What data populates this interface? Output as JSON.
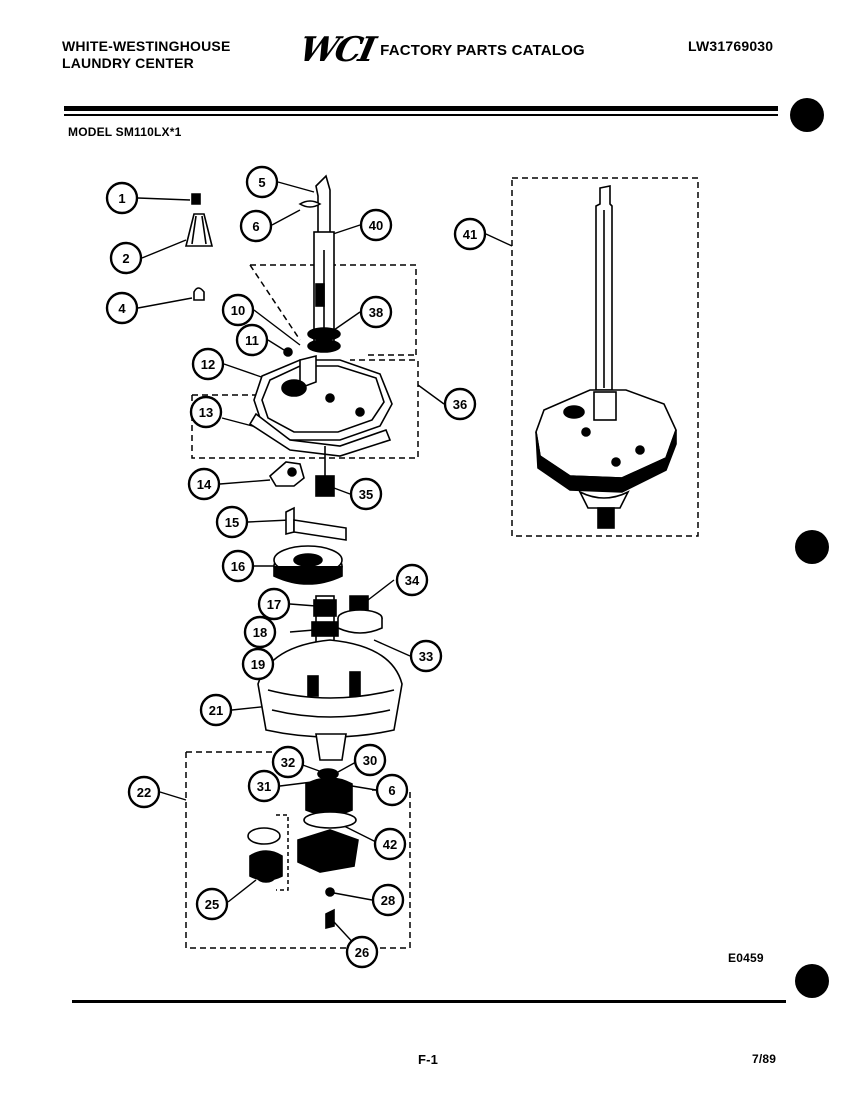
{
  "header": {
    "brand_line1": "WHITE-WESTINGHOUSE",
    "brand_line2": "LAUNDRY CENTER",
    "logo": "WCI",
    "catalog_title": "FACTORY PARTS CATALOG",
    "part_number": "LW31769030"
  },
  "model": "MODEL SM110LX*1",
  "diagram_code": "E0459",
  "footer": {
    "page": "F-1",
    "date": "7/89"
  },
  "callouts": [
    "1",
    "2",
    "4",
    "5",
    "6",
    "40",
    "10",
    "38",
    "11",
    "12",
    "36",
    "13",
    "14",
    "35",
    "15",
    "16",
    "34",
    "17",
    "18",
    "33",
    "19",
    "21",
    "22",
    "32",
    "30",
    "31",
    "6",
    "42",
    "25",
    "28",
    "26",
    "41"
  ]
}
